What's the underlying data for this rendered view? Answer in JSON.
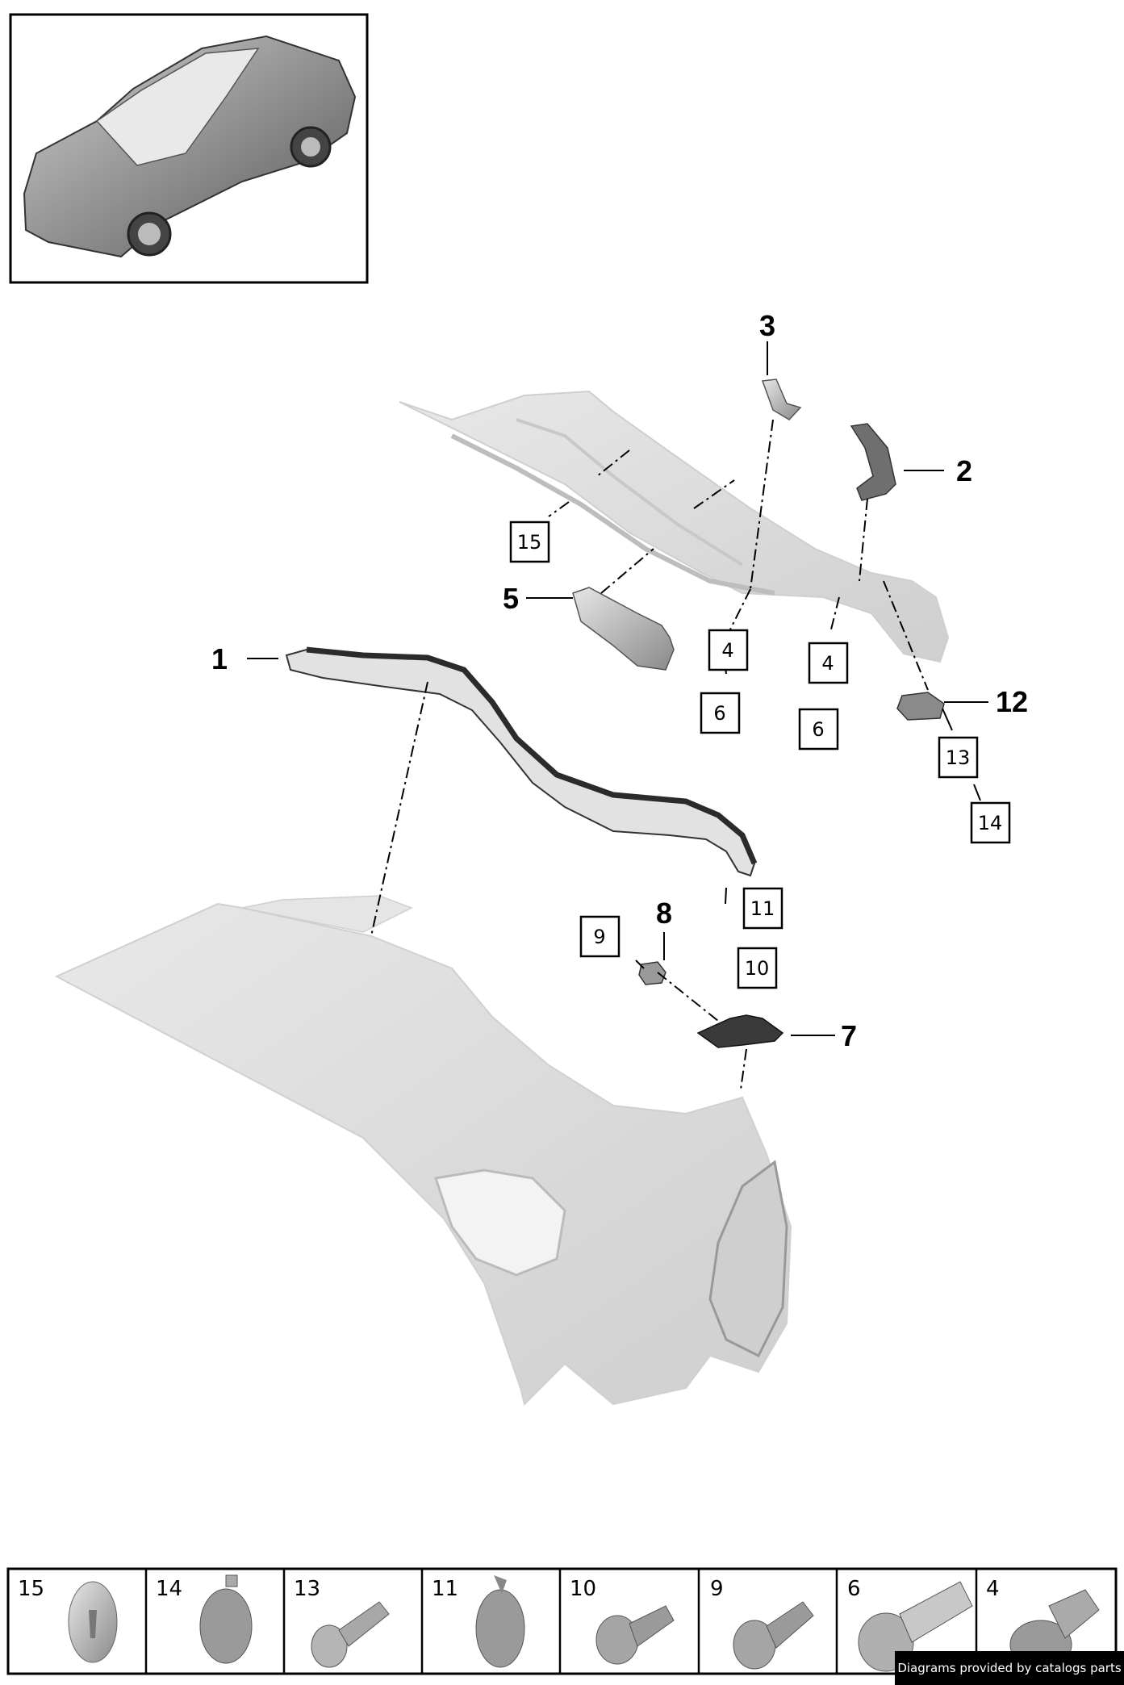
{
  "callouts": {
    "c1": "1",
    "c2": "2",
    "c3": "3",
    "c5": "5",
    "c7": "7",
    "c8": "8",
    "c12": "12"
  },
  "boxed": {
    "b15": "15",
    "b4a": "4",
    "b6a": "6",
    "b4b": "4",
    "b6b": "6",
    "b13": "13",
    "b14": "14",
    "b9": "9",
    "b11": "11",
    "b10": "10"
  },
  "legend": {
    "items": [
      "15",
      "14",
      "13",
      "11",
      "10",
      "9",
      "6",
      "4"
    ]
  },
  "credit": "Diagrams provided by catalogs parts",
  "colors": {
    "outline": "#000000",
    "part_fill": "#dcdcdc",
    "dark_part": "#3a3a3a"
  }
}
